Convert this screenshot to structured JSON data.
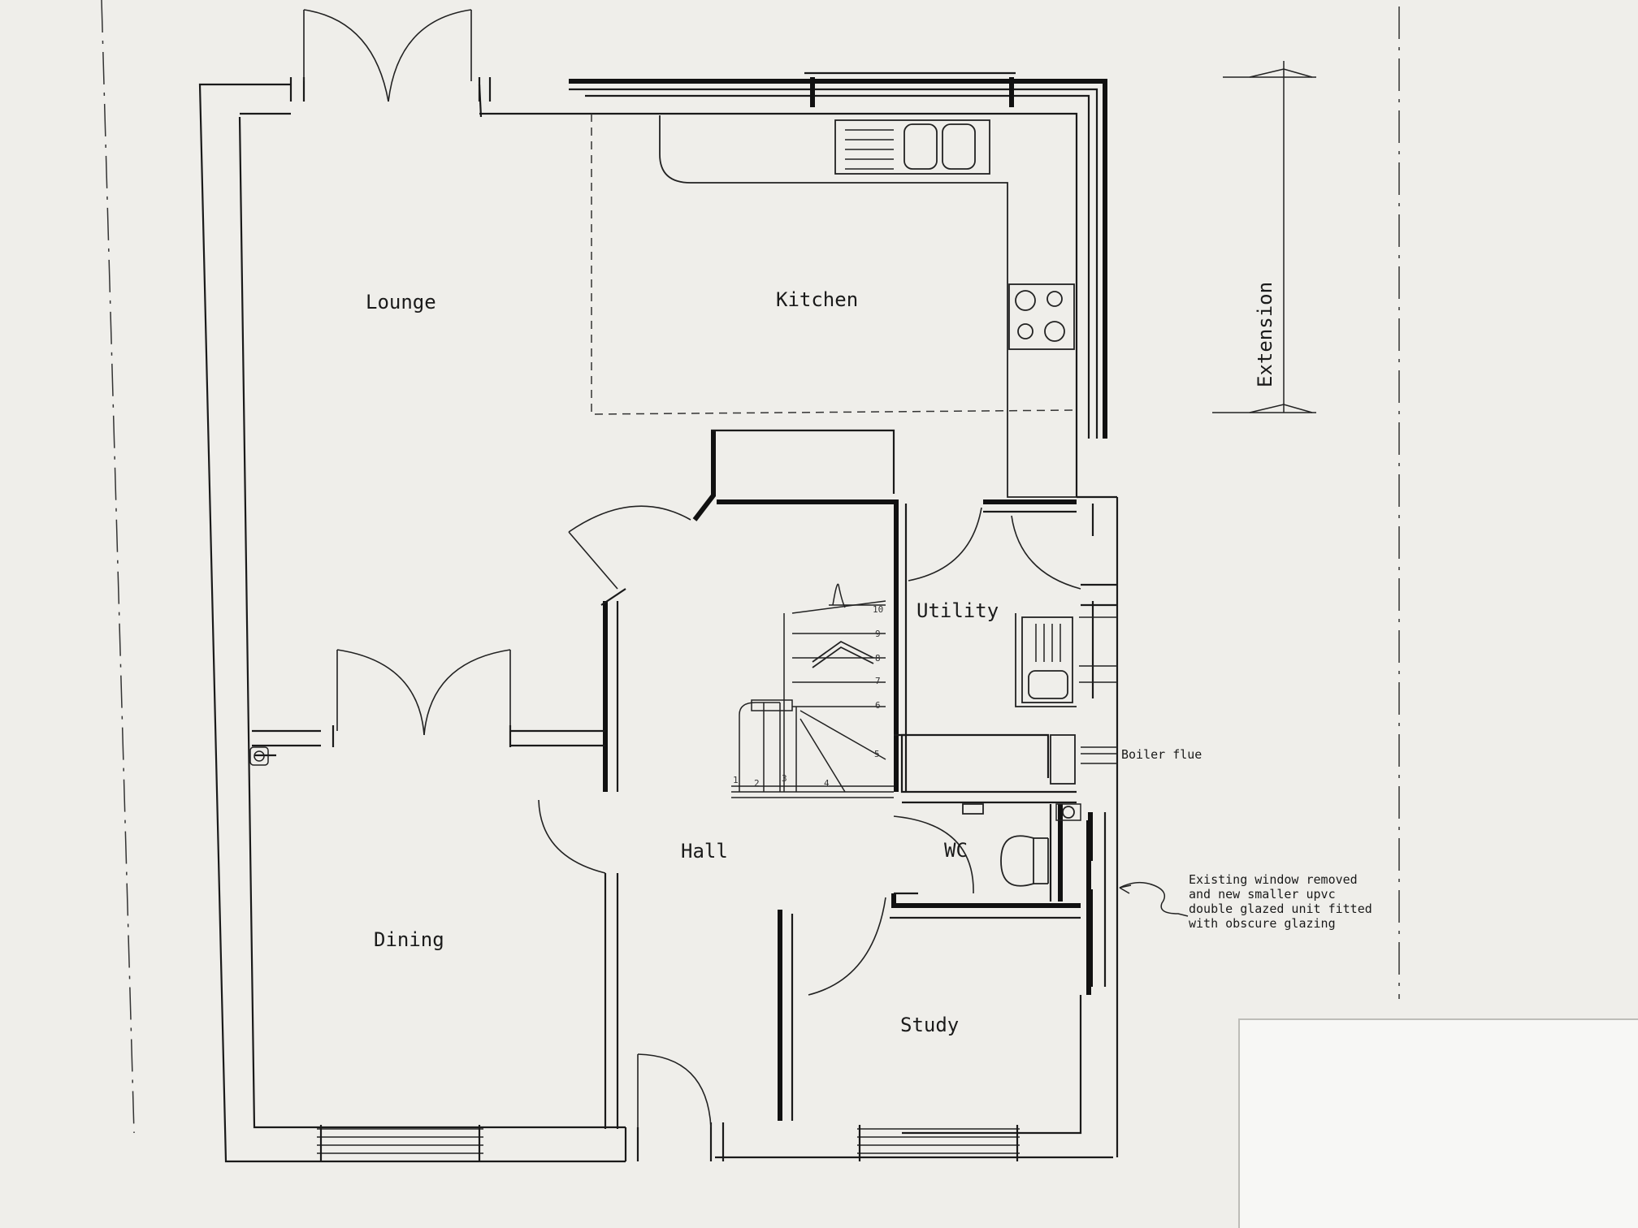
{
  "rooms": {
    "lounge": "Lounge",
    "kitchen": "Kitchen",
    "utility": "Utility",
    "hall": "Hall",
    "wc": "WC",
    "dining": "Dining",
    "study": "Study"
  },
  "annotations": {
    "extension": "Extension",
    "boiler_flue": "Boiler flue",
    "window_note": [
      "Existing window removed",
      "and new smaller upvc",
      "double glazed unit fitted",
      "with obscure glazing"
    ]
  },
  "stair_numbers": [
    "1",
    "2",
    "3",
    "4",
    "5",
    "6",
    "7",
    "8",
    "9",
    "10"
  ],
  "colors": {
    "paper": "#efeeea",
    "ink": "#1a1a1a",
    "sheet": "#f7f7f5"
  }
}
